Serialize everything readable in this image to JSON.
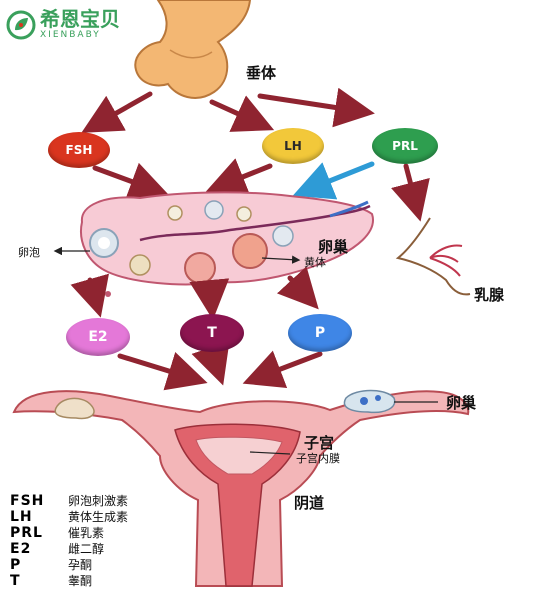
{
  "logo": {
    "name_cn": "希恩宝贝",
    "name_en": "XIENBABY"
  },
  "diagram": {
    "pituitary": "垂体",
    "ovary_center": "卵巢",
    "follicle": "卵泡",
    "corpus_luteum": "黄体",
    "breast": "乳腺",
    "ovary_right": "卵巢",
    "uterus": "子宫",
    "endometrium": "子宫内膜",
    "vagina": "阴道"
  },
  "hormones": {
    "fsh": "FSH",
    "lh": "LH",
    "prl": "PRL",
    "e2": "E2",
    "t": "T",
    "p": "P"
  },
  "colors": {
    "fsh": "#d9351f",
    "lh": "#f2c83a",
    "prl": "#2e9e4f",
    "e2": "#e478d8",
    "t": "#8c1550",
    "p": "#3f86e6",
    "arrow": "#8f2430",
    "arrow_blue": "#2e9bd6",
    "logo": "#3aa05c"
  },
  "legend": [
    {
      "abbr": "FSH",
      "desc": "卵泡刺激素"
    },
    {
      "abbr": "LH",
      "desc": "黄体生成素"
    },
    {
      "abbr": "PRL",
      "desc": "催乳素"
    },
    {
      "abbr": "E2",
      "desc": "雌二醇"
    },
    {
      "abbr": "P",
      "desc": "孕酮"
    },
    {
      "abbr": "T",
      "desc": "睾酮"
    }
  ]
}
